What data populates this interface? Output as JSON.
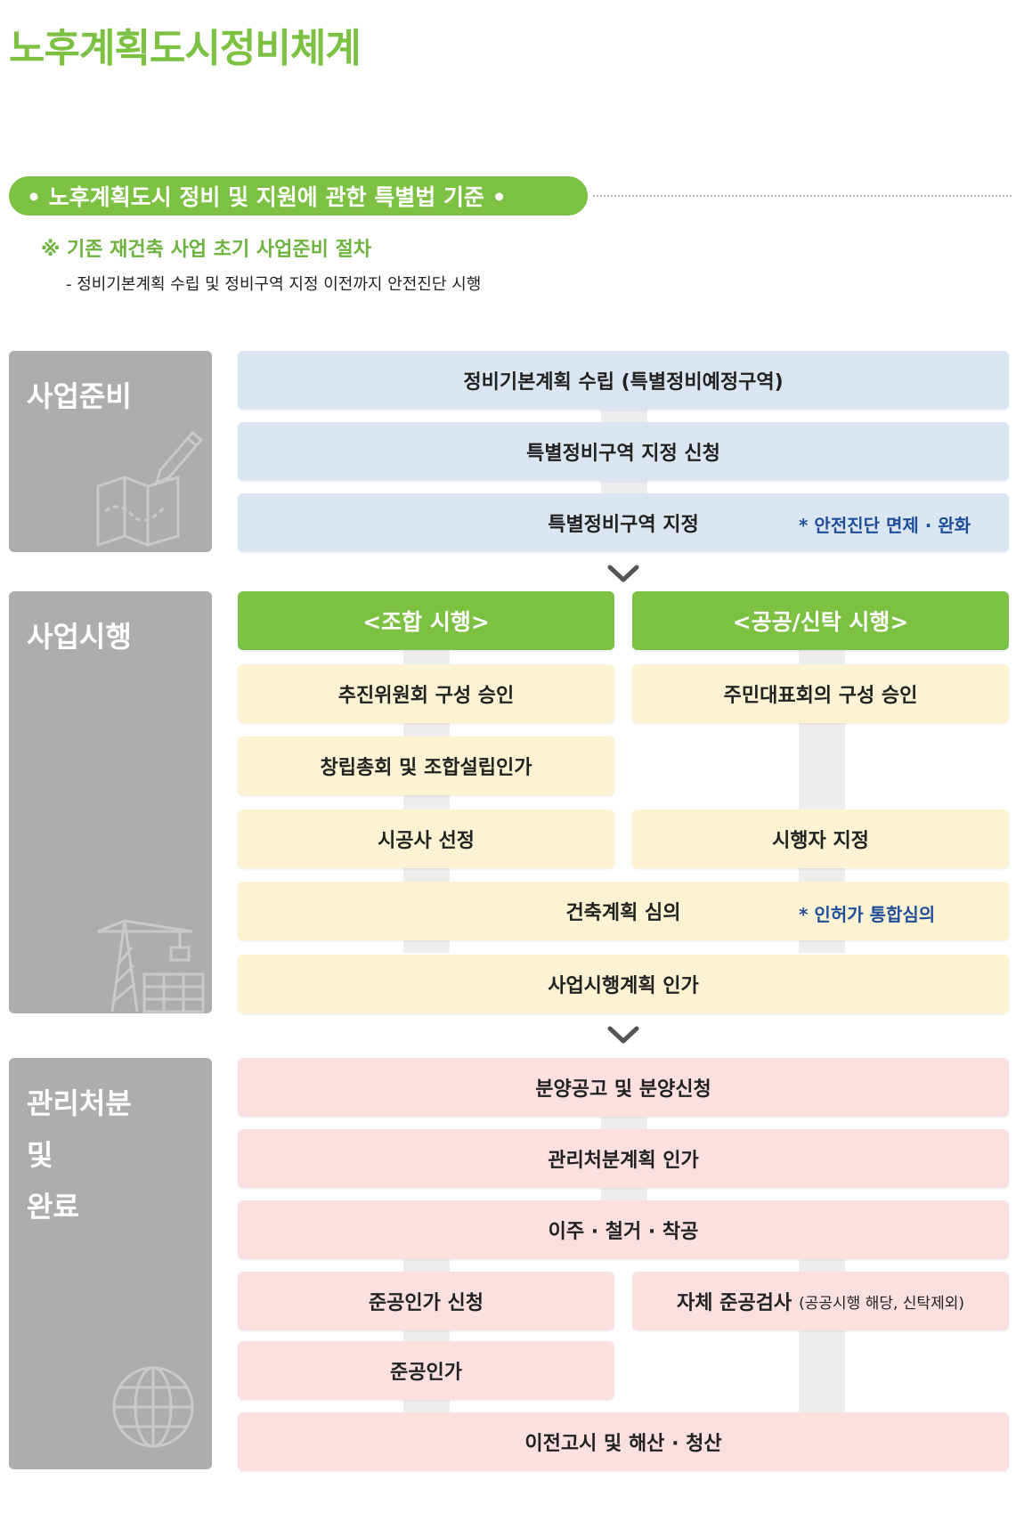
{
  "title": "노후계획도시정비체계",
  "subtitle": "• 노후계획도시 정비 및 지원에 관한 특별법 기준 •",
  "notes": {
    "line1": "※ 기존 재건축 사업 초기 사업준비 절차",
    "line2": "-  정비기본계획 수립 및 정비구역 지정 이전까지 안전진단 시행"
  },
  "stages": {
    "prep": {
      "label": "사업준비",
      "steps": [
        "정비기본계획 수립 (특별정비예정구역)",
        "특별정비구역 지정 신청",
        "특별정비구역 지정"
      ],
      "note": "* 안전진단 면제 · 완화"
    },
    "exec": {
      "label": "사업시행",
      "union_header": "<조합 시행>",
      "public_header": "<공공/신탁 시행>",
      "union_steps": [
        "추진위원회 구성 승인",
        "창립총회 및 조합설립인가",
        "시공사 선정"
      ],
      "public_steps": [
        "주민대표회의 구성 승인",
        "시행자 지정"
      ],
      "shared_steps": [
        "건축계획 심의",
        "사업시행계획 인가"
      ],
      "note": "* 인허가 통합심의"
    },
    "mgmt": {
      "label_lines": [
        "관리처분",
        "및",
        "완료"
      ],
      "steps": [
        "분양공고 및 분양신청",
        "관리처분계획 인가",
        "이주 · 철거 · 착공"
      ],
      "left_steps": [
        "준공인가 신청",
        "준공인가"
      ],
      "right_step": "자체 준공검사",
      "right_step_sub": "(공공시행 해당, 신탁제외)",
      "final_step": "이전고시 및 해산 · 청산"
    }
  },
  "colors": {
    "green": "#7cc142",
    "blue_box": "#dbe6f3",
    "yellow_box": "#fdf3d2",
    "pink_box": "#fbe0e0",
    "side_gray": "#adadae",
    "note_blue": "#1f4e9b"
  },
  "icons": {
    "prep": "map-pencil-icon",
    "exec": "crane-icon",
    "mgmt": "globe-icon",
    "arrow": "chevron-down-icon"
  }
}
